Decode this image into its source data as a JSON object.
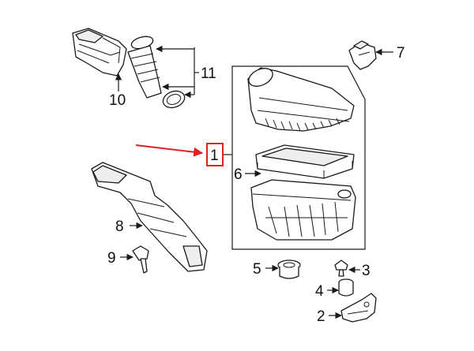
{
  "colors": {
    "line": "#1a1a1a",
    "highlight": "#e02020",
    "background": "#ffffff"
  },
  "callouts": {
    "c1": "1",
    "c2": "2",
    "c3": "3",
    "c4": "4",
    "c5": "5",
    "c6": "6",
    "c7": "7",
    "c8": "8",
    "c9": "9",
    "c10": "10",
    "c11": "11"
  },
  "highlighted_callout": "1"
}
